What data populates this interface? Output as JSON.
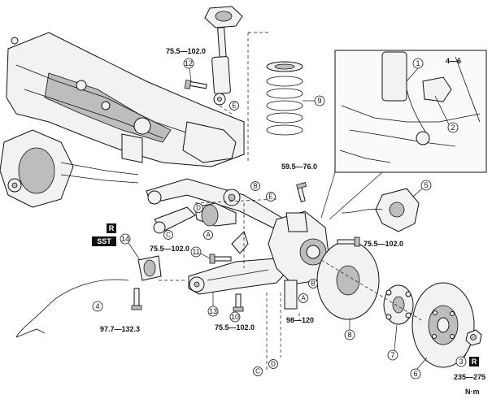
{
  "torque_specs": {
    "shock_upper": "75.5—102.0",
    "abs_sensor": "4—6",
    "caliper_bracket": "59.5—76.0",
    "link_left": "75.5—102.0",
    "knuckle_right": "75.5—102.0",
    "lower_arm": "75.5—102.0",
    "knuckle_lower": "98—120",
    "bushing_bolt": "97.7—132.3",
    "hub_nut": "235—275"
  },
  "part_numbers": [
    "1",
    "2",
    "3",
    "4",
    "5",
    "6",
    "7",
    "8",
    "9",
    "10",
    "11",
    "12",
    "13",
    "14"
  ],
  "reference_letters": {
    "E": "E",
    "B": "B",
    "A": "A",
    "C": "C",
    "D": "D"
  },
  "tags": {
    "replace": "R",
    "sst": "SST"
  },
  "unit": "N·m"
}
